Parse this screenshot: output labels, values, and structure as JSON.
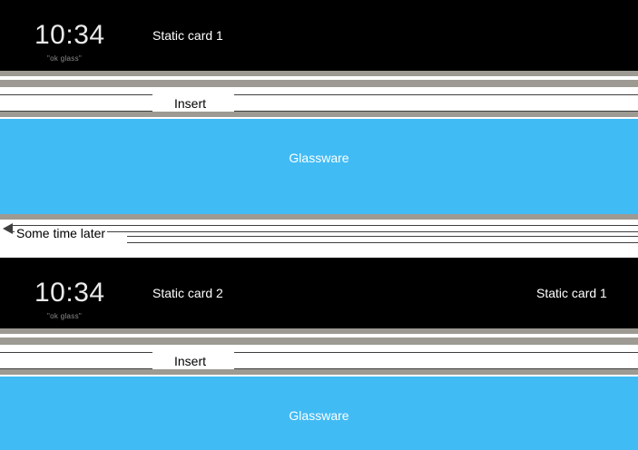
{
  "diagram": {
    "sections": [
      {
        "id": "before",
        "glass_card": {
          "time": "10:34",
          "hint": "\"ok glass\"",
          "label": "Static card 1"
        },
        "insert_label": "Insert",
        "glassware_label": "Glassware"
      },
      {
        "id": "after",
        "glass_card": {
          "time": "10:34",
          "hint": "\"ok glass\"",
          "label_left": "Static card 2",
          "label_right": "Static card 1"
        },
        "insert_label": "Insert",
        "glassware_label": "Glassware"
      }
    ],
    "timeline_label": "Some time later",
    "colors": {
      "blue": "#41bbf4",
      "black": "#000000",
      "strip_grey": "#9d9a93",
      "outline": "#3f3f3f",
      "clock_text": "#e9e9e9",
      "hint_text": "#8d8d8d"
    }
  }
}
